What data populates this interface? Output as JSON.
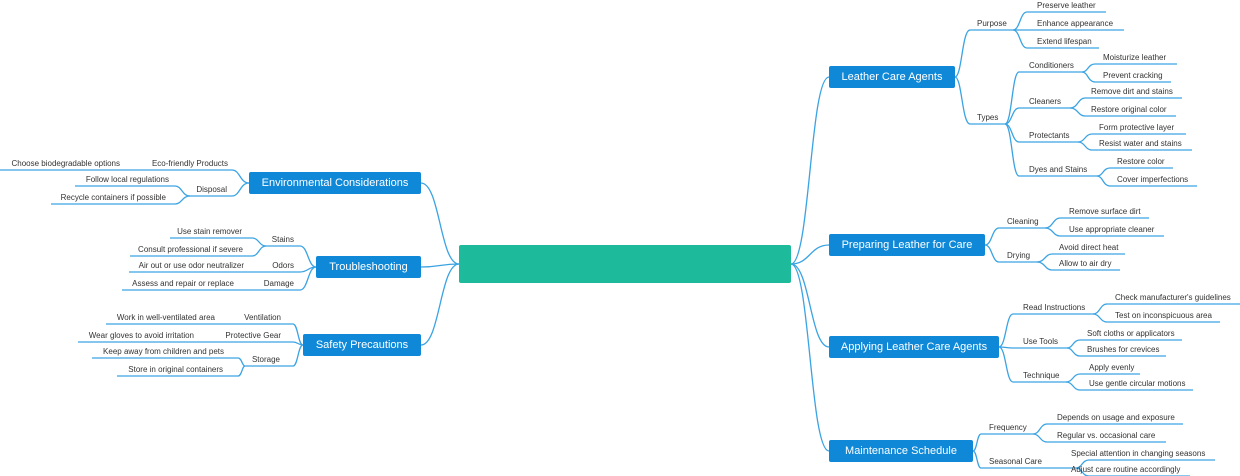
{
  "center": {
    "title": ""
  },
  "colors": {
    "center": "#1dbb9b",
    "main_node": "#0f88d8",
    "connector": "#3aa3e3",
    "text": "#333333"
  },
  "right_branches": [
    {
      "label": "Leather Care Agents",
      "children": [
        {
          "label": "Purpose",
          "children": [
            "Preserve leather",
            "Enhance appearance",
            "Extend lifespan"
          ]
        },
        {
          "label": "Types",
          "children": [
            {
              "label": "Conditioners",
              "children": [
                "Moisturize leather",
                "Prevent cracking"
              ]
            },
            {
              "label": "Cleaners",
              "children": [
                "Remove dirt and stains",
                "Restore original color"
              ]
            },
            {
              "label": "Protectants",
              "children": [
                "Form protective layer",
                "Resist water and stains"
              ]
            },
            {
              "label": "Dyes and Stains",
              "children": [
                "Restore color",
                "Cover imperfections"
              ]
            }
          ]
        }
      ]
    },
    {
      "label": "Preparing Leather for Care",
      "children": [
        {
          "label": "Cleaning",
          "children": [
            "Remove surface dirt",
            "Use appropriate cleaner"
          ]
        },
        {
          "label": "Drying",
          "children": [
            "Avoid direct heat",
            "Allow to air dry"
          ]
        }
      ]
    },
    {
      "label": "Applying Leather Care Agents",
      "children": [
        {
          "label": "Read Instructions",
          "children": [
            "Check manufacturer's guidelines",
            "Test on inconspicuous area"
          ]
        },
        {
          "label": "Use Tools",
          "children": [
            "Soft cloths or applicators",
            "Brushes for crevices"
          ]
        },
        {
          "label": "Technique",
          "children": [
            "Apply evenly",
            "Use gentle circular motions"
          ]
        }
      ]
    },
    {
      "label": "Maintenance Schedule",
      "children": [
        {
          "label": "Frequency",
          "children": [
            "Depends on usage and exposure",
            "Regular vs. occasional care"
          ]
        },
        {
          "label": "Seasonal Care",
          "children": [
            "Special attention in changing seasons",
            "Adjust care routine accordingly"
          ]
        }
      ]
    }
  ],
  "left_branches": [
    {
      "label": "Environmental Considerations",
      "children": [
        {
          "label": "Eco-friendly Products",
          "children": [
            "Choose biodegradable options"
          ]
        },
        {
          "label": "Disposal",
          "children": [
            "Follow local regulations",
            "Recycle containers if possible"
          ]
        }
      ]
    },
    {
      "label": "Troubleshooting",
      "children": [
        {
          "label": "Stains",
          "children": [
            "Use stain remover",
            "Consult professional if severe"
          ]
        },
        {
          "label": "Odors",
          "children": [
            "Air out or use odor neutralizer"
          ]
        },
        {
          "label": "Damage",
          "children": [
            "Assess and repair or replace"
          ]
        }
      ]
    },
    {
      "label": "Safety Precautions",
      "children": [
        {
          "label": "Ventilation",
          "children": [
            "Work in well-ventilated area"
          ]
        },
        {
          "label": "Protective Gear",
          "children": [
            "Wear gloves to avoid irritation"
          ]
        },
        {
          "label": "Storage",
          "children": [
            "Keep away from children and pets",
            "Store in original containers"
          ]
        }
      ]
    }
  ]
}
